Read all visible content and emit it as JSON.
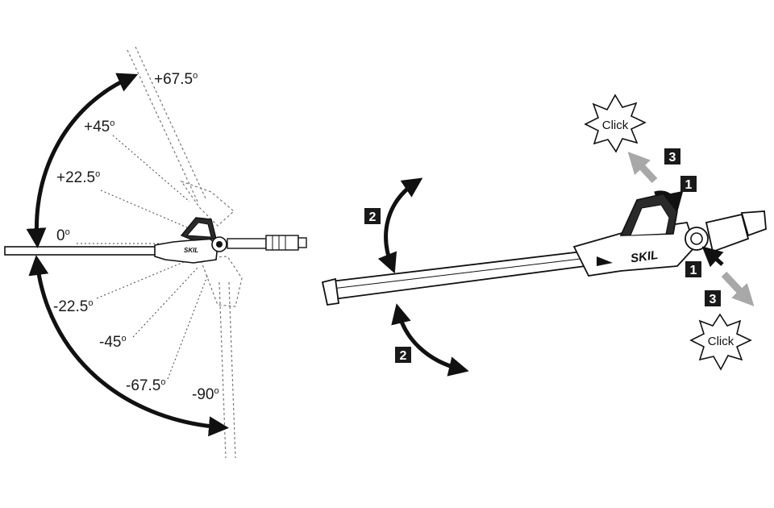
{
  "left_figure": {
    "angles": [
      {
        "value": "+67.5",
        "unit": "o"
      },
      {
        "value": "+45",
        "unit": "o"
      },
      {
        "value": "+22.5",
        "unit": "o"
      },
      {
        "value": "0",
        "unit": "o"
      },
      {
        "value": "-22.5",
        "unit": "o"
      },
      {
        "value": "-45",
        "unit": "o"
      },
      {
        "value": "-67.5",
        "unit": "o"
      },
      {
        "value": "-90",
        "unit": "o"
      }
    ],
    "brand": "SKIL"
  },
  "right_figure": {
    "step_badges": [
      "1",
      "1",
      "2",
      "2",
      "3",
      "3"
    ],
    "click_labels": [
      "Click",
      "Click"
    ],
    "brand": "SKIL"
  },
  "colors": {
    "ink": "#111111",
    "gray_arrow": "#a8a8a8",
    "badge": "#1a1a1a"
  }
}
